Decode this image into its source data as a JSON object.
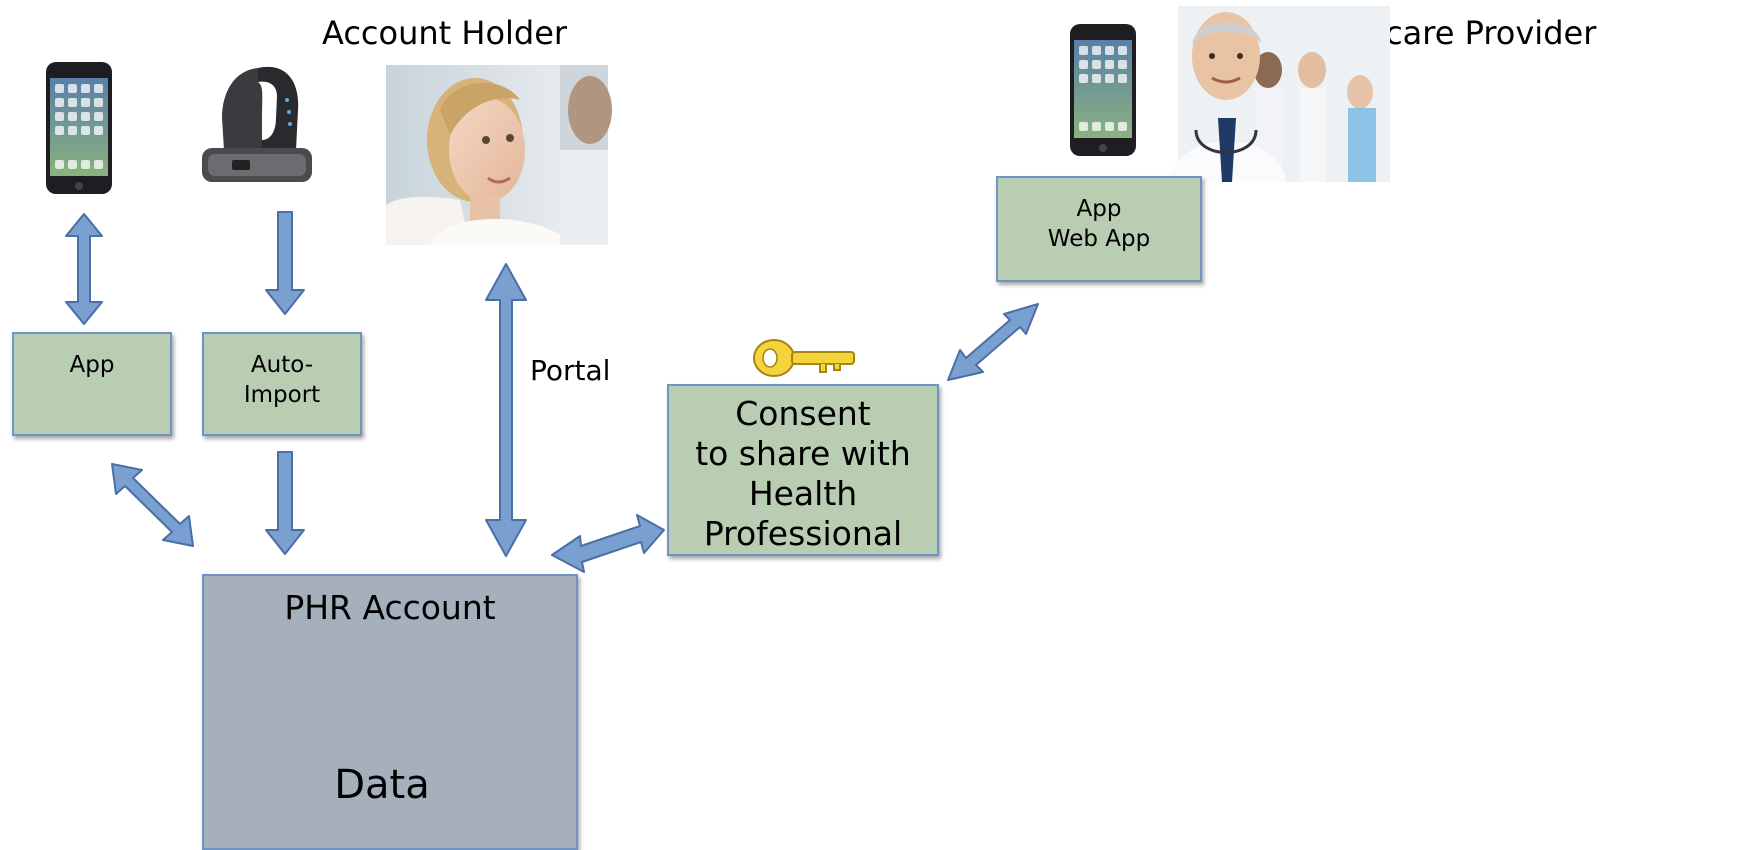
{
  "headings": {
    "account_holder": "Account Holder",
    "healthcare_provider": "Healthcare Provider"
  },
  "boxes": {
    "app": {
      "lines": [
        "App"
      ]
    },
    "auto_import": {
      "lines": [
        "Auto-",
        "Import"
      ]
    },
    "provider_app": {
      "lines": [
        "App",
        "Web App"
      ]
    },
    "consent": {
      "lines": [
        "Consent",
        "to share with",
        "Health",
        "Professional"
      ]
    }
  },
  "phr_account": {
    "title": "PHR Account",
    "database_label": "Data"
  },
  "portal_label": "Portal",
  "icons": [
    "smartphone-icon",
    "fitness-band-icon",
    "key-icon",
    "patient-photo",
    "doctor-team-photo"
  ],
  "colors": {
    "box_fill": "#b9cdb3",
    "box_border": "#6f93c2",
    "phr_fill": "#a6b0bd",
    "database_fill": "#a9f5c8",
    "arrow_fill": "#7aa0d2",
    "arrow_stroke": "#4a6fa5",
    "key_fill": "#f3d43c"
  }
}
